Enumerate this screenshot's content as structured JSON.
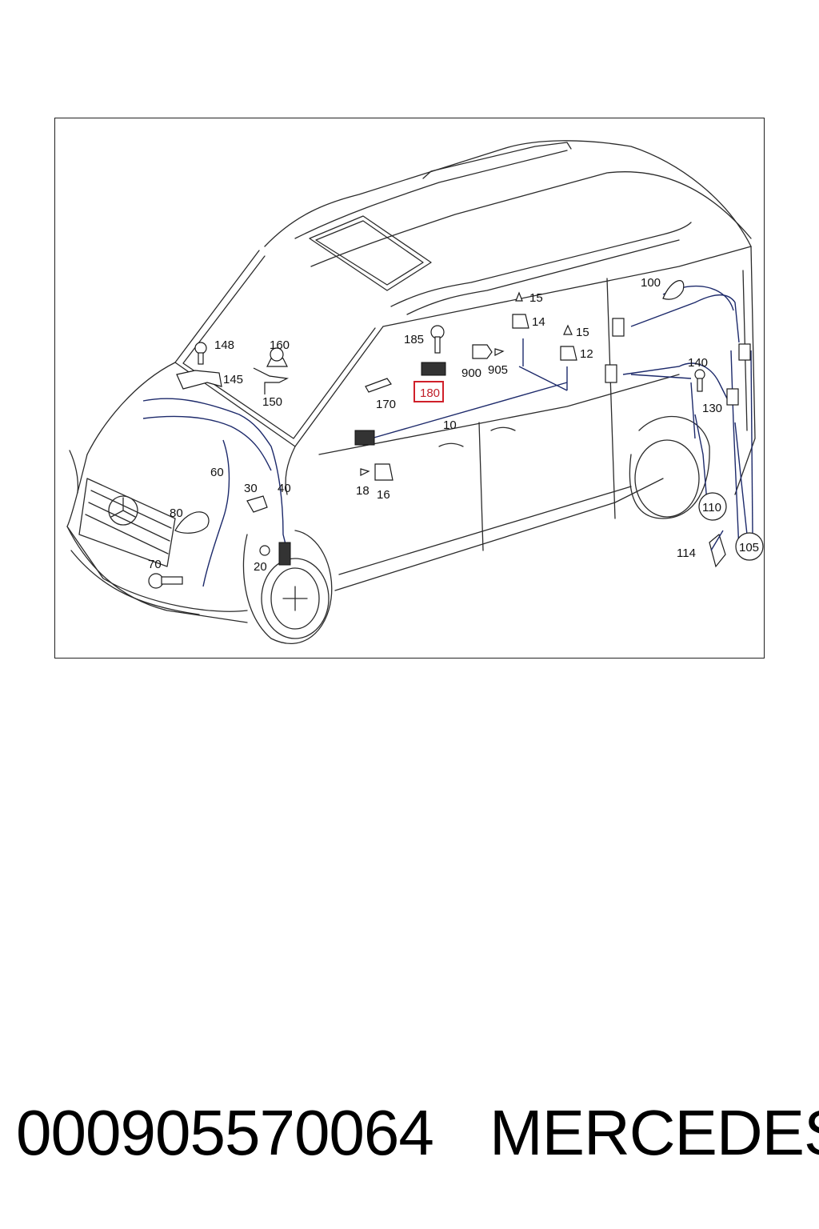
{
  "diagram": {
    "labels": {
      "l10": "10",
      "l12": "12",
      "l14": "14",
      "l15a": "15",
      "l15b": "15",
      "l16": "16",
      "l18": "18",
      "l20": "20",
      "l30": "30",
      "l40": "40",
      "l60": "60",
      "l70": "70",
      "l80": "80",
      "l100": "100",
      "l105": "105",
      "l110": "110",
      "l114": "114",
      "l130": "130",
      "l140": "140",
      "l145": "145",
      "l148": "148",
      "l150": "150",
      "l160": "160",
      "l170": "170",
      "l180": "180",
      "l185": "185",
      "l900": "900",
      "l905": "905"
    },
    "highlighted_part": "180",
    "highlight_color": "#d0202a",
    "wire_color": "#1d2a6b"
  },
  "footer": {
    "part_number": "000905570064",
    "brand": "MERCEDES"
  }
}
